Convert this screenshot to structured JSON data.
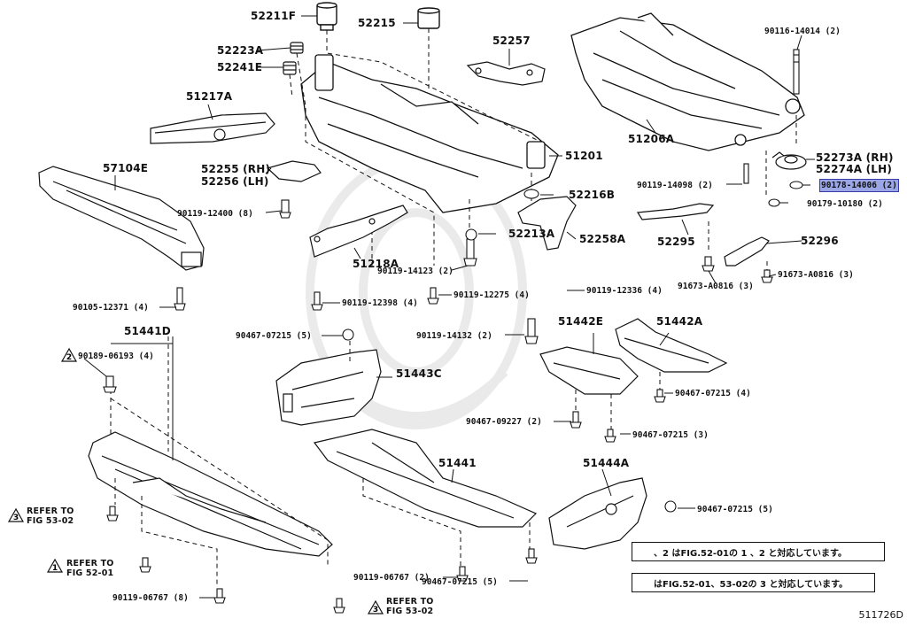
{
  "figure_id": "511726D",
  "labels": {
    "p52211F": "52211F",
    "p52215": "52215",
    "p52223A": "52223A",
    "p52241E": "52241E",
    "p52257": "52257",
    "p51217A": "51217A",
    "p57104E": "57104E",
    "p52255": "52255 (RH)",
    "p52256": "52256 (LH)",
    "p90119_12400": "90119-12400 (8)",
    "p51218A": "51218A",
    "p90119_12398": "90119-12398 (4)",
    "p90105_12371": "90105-12371 (4)",
    "p51441D": "51441D",
    "p90189_06193": "90189-06193 (4)",
    "p90467_07215_5a": "90467-07215 (5)",
    "p51443C": "51443C",
    "p51201": "51201",
    "p52216B": "52216B",
    "p52213A": "52213A",
    "p52258A": "52258A",
    "p90119_14123": "90119-14123 (2)",
    "p90119_12275": "90119-12275 (4)",
    "p90119_12336": "90119-12336 (4)",
    "p90119_14132": "90119-14132 (2)",
    "p51442E": "51442E",
    "p51442A": "51442A",
    "p90467_07215_4": "90467-07215 (4)",
    "p90467_09227": "90467-09227 (2)",
    "p90467_07215_3": "90467-07215 (3)",
    "p51441": "51441",
    "p51444A": "51444A",
    "p90467_07215_5b": "90467-07215 (5)",
    "p90119_06767_2": "90119-06767 (2)",
    "p90467_07215_5c": "90467-07215 (5)",
    "p90119_06767_8": "90119-06767 (8)",
    "p90116_14014": "90116-14014 (2)",
    "p51206A": "51206A",
    "p52273A": "52273A (RH)",
    "p52274A": "52274A (LH)",
    "p90119_14098": "90119-14098 (2)",
    "p90178_14006": "90178-14006 (2)",
    "p90179_10180": "90179-10180 (2)",
    "p52295": "52295",
    "p52296": "52296",
    "p91673_A0816_a": "91673-A0816 (3)",
    "p91673_A0816_b": "91673-A0816 (3)"
  },
  "refs": {
    "ref1_line1": "REFER TO",
    "ref1_line2": "FIG 52-01",
    "ref3a_line1": "REFER TO",
    "ref3a_line2": "FIG 53-02",
    "ref3b_line1": "REFER TO",
    "ref3b_line2": "FIG 53-02"
  },
  "notes": {
    "note1": "、2 はFIG.52-01の 1 、2 と対応しています。",
    "note2": "はFIG.52-01、53-02の 3 と対応しています。"
  },
  "marker_numbers": {
    "one": "1",
    "two": "2",
    "three": "3"
  },
  "colors": {
    "highlight": "#9aa6e6",
    "line": "#111111"
  }
}
